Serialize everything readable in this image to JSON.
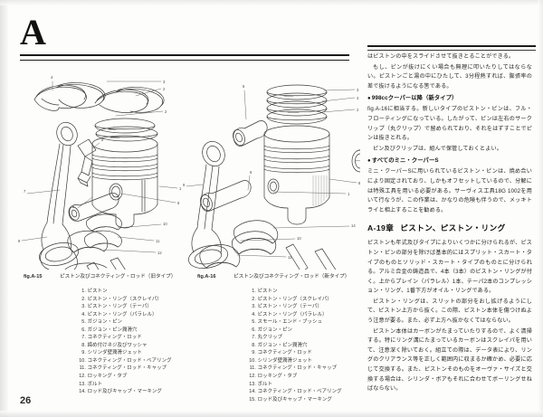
{
  "page": {
    "chapter_letter": "A",
    "page_number": "26"
  },
  "figures": [
    {
      "id": "fig.A-15",
      "caption": "ピストン及びコネクティング・ロッド（旧タイプ）",
      "legend": [
        {
          "num": "1.",
          "label": "ピストン"
        },
        {
          "num": "2.",
          "label": "ピストン・リング（スクレイパ）"
        },
        {
          "num": "3.",
          "label": "ピストン・リング（テーパ）"
        },
        {
          "num": "4.",
          "label": "ピストン・リング（パラレル）"
        },
        {
          "num": "5.",
          "label": "ガジョン・ピン"
        },
        {
          "num": "6.",
          "label": "ガジョン・ピン潤滑穴"
        },
        {
          "num": "7.",
          "label": "コネクティング・ロッド"
        },
        {
          "num": "8.",
          "label": "締め付けネジ及びワッシャ"
        },
        {
          "num": "9.",
          "label": "シリンダ壁潤滑ジェット"
        },
        {
          "num": "10.",
          "label": "コネクティング・ロッド・ベアリング"
        },
        {
          "num": "11.",
          "label": "コネクティング・ロッド・キャップ"
        },
        {
          "num": "12.",
          "label": "ロッキング・タブ"
        },
        {
          "num": "13.",
          "label": "ボルト"
        },
        {
          "num": "14.",
          "label": "ロッド及びキャップ・マーキング"
        }
      ]
    },
    {
      "id": "fig.A-16",
      "caption": "ピストン及びコネクティング・ロッド（新タイプ）",
      "legend": [
        {
          "num": "1.",
          "label": "ピストン"
        },
        {
          "num": "2.",
          "label": "ピストン・リング（スクレイパ）"
        },
        {
          "num": "3.",
          "label": "ピストン・リング（テーパ）"
        },
        {
          "num": "4.",
          "label": "ピストン・リング（パラレル）"
        },
        {
          "num": "5.",
          "label": "スモール・エンド・ブッシュ"
        },
        {
          "num": "6.",
          "label": "ガジョン・ピン"
        },
        {
          "num": "7.",
          "label": "丸クリップ"
        },
        {
          "num": "8.",
          "label": "ガジョン・ピン潤滑穴"
        },
        {
          "num": "9.",
          "label": "コネクティング・ロッド"
        },
        {
          "num": "10.",
          "label": "シリンダ壁潤滑ジェット"
        },
        {
          "num": "11.",
          "label": "コネクティング・ロッド・キャップ"
        },
        {
          "num": "12.",
          "label": "ロッキング・タブ"
        },
        {
          "num": "13.",
          "label": "ボルト"
        },
        {
          "num": "14.",
          "label": "コネクティング・ロッド・ベアリング"
        },
        {
          "num": "15.",
          "label": "ロッド及びキャップ・マーキング"
        }
      ]
    }
  ],
  "text_column": {
    "para_top": "はピストンの中をスライドさせて抜きとることができる。",
    "para_2": "もし、ピンが抜けにくい場合も無理に叩いたりしてはならない。ピストンごと湯の中にひたして、3分程熱すれば、膨張率の差で抜けるようになる筈である。",
    "subhead_1": "998ccクーパー以降（新タイプ）",
    "para_3": "fig.A-16に相当する。新しいタイプのピストン・ピンは、フル・フローティングになっている。したがって、ピンは左右のサークリップ（丸クリップ）で留められており、それをはずすことでピンは抜きとれる。",
    "para_4": "ピン及びクリップは、組んで保管しておくとよい。",
    "subhead_2": "すべてのミニ・クーパーS",
    "para_5": "ミニ・クーパーSに用いられているピストン・ピンは、焼め合いにより固定されており、しかもオフセットしているので、分解には特殊工具を用いる必要がある。サーヴィス工具18G 1002を用いて行なうが、この作業は、かなりの危険も伴うので、メッキトライと相上することを勧める。",
    "chapter_heading_num": "A-19章",
    "chapter_heading_title": "ピストン、ピストン・リング",
    "para_6": "ピストンも年式及びタイプによりいくつかに分けられるが、ピストン・ピンの部分を除けば基本的にはスプリット・スカート・タイプのものとソリッド・スカート・タイプのものとに分けられる。アルミ合金の鋳造品で、4本（3本）のピストン・リングが付く。上からプレイン（パラレル）1本、テーパ2本のコンプレッション・リング、1番下方がオイル・リングである。",
    "para_7": "ピストン・リングは、スリットの部分をおし拡げるようにして、ピストン上方から抜く。この際、ピストン本体を傷つけぬよう注意が要る。また、必ず上方へ抜かなくてはならない。",
    "para_8": "ピストン本体はカーボンがたまっていたりするので、よく清掃する。特にリング溝にたまっているカーボンはスクレイパを用いて、注意深く除いておく。組立ての際は、データ表により、リングのクリアランス等を正しく範囲内に収まるか確かめ、必要に応じて交換する。また、ピストンそのものをオーヴァ・サイズと交換する場合は、シリンダ・ボアもそれに合わせてボーリングせねばならない。"
  }
}
